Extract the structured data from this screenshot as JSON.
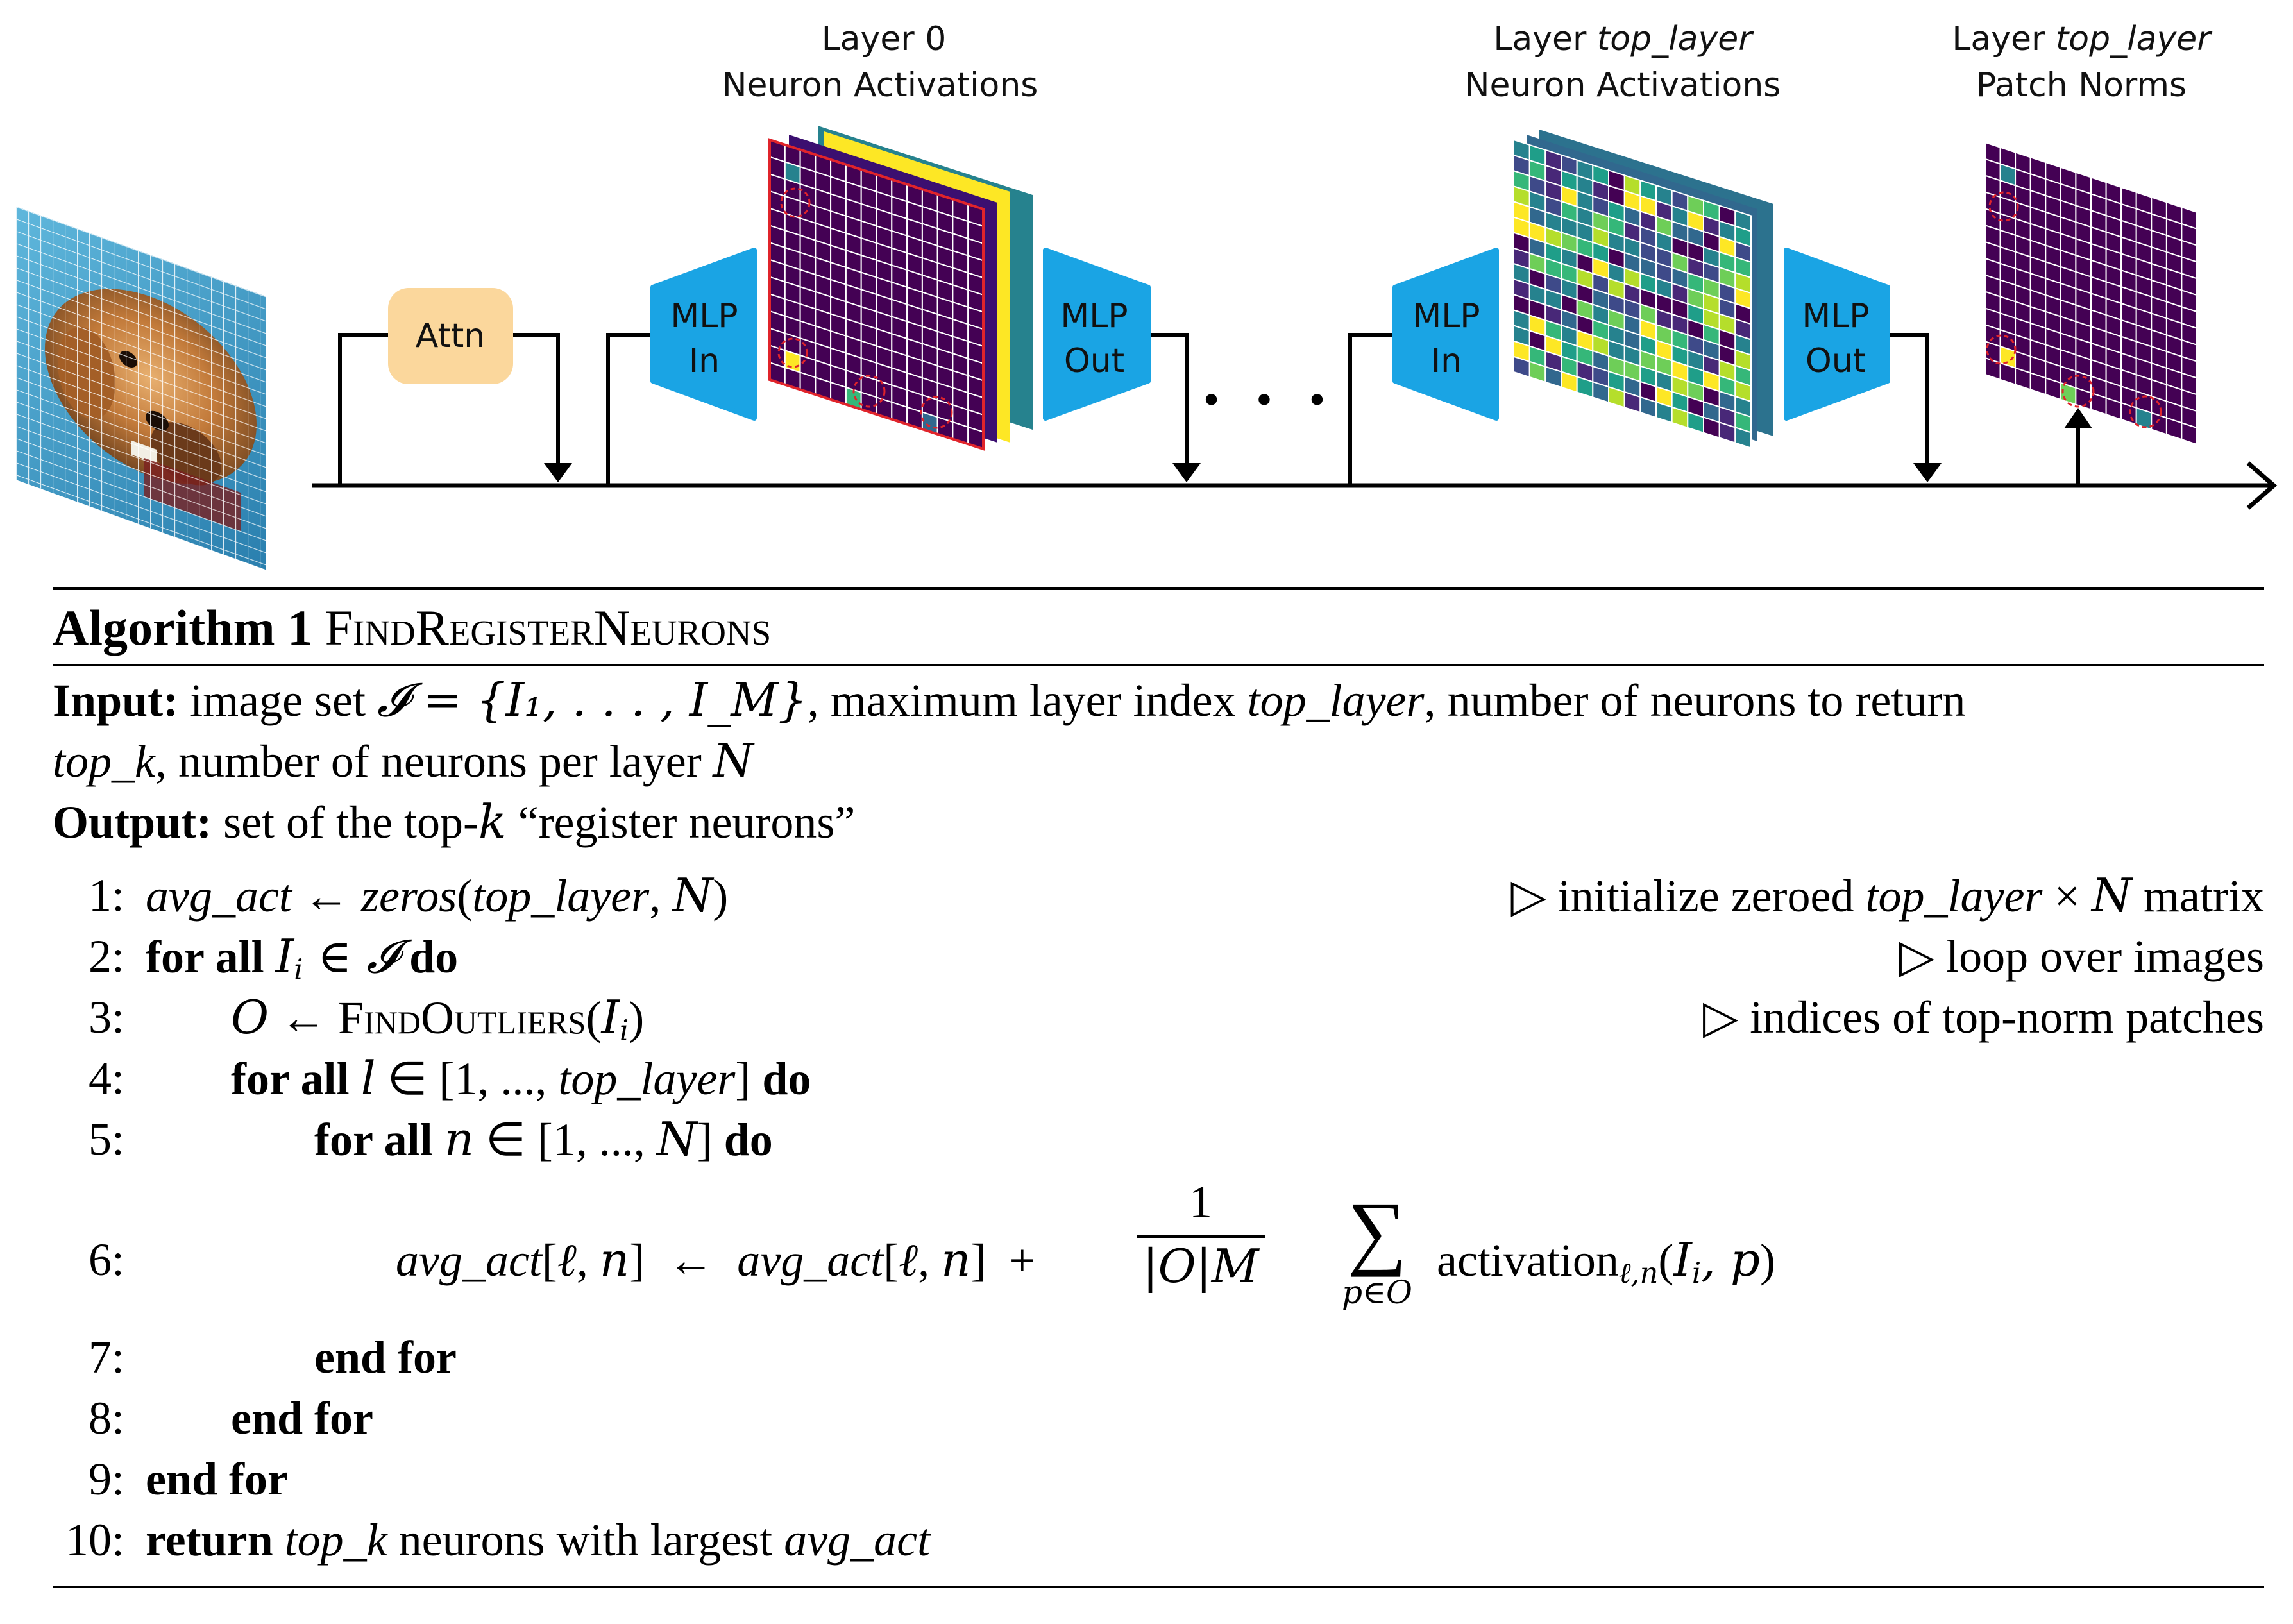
{
  "diagram": {
    "attn_label": "Attn",
    "mlp_in_label_1": "MLP",
    "mlp_in_label_2": "In",
    "mlp_out_label_1": "MLP",
    "mlp_out_label_2": "Out",
    "layer0_title_1": "Layer 0",
    "layer0_title_2": "Neuron Activations",
    "toplayer_title_1_prefix": "Layer ",
    "toplayer_title_1_italic": "top_layer",
    "toplayer_title_2": "Neuron Activations",
    "norms_title_1_prefix": "Layer ",
    "norms_title_1_italic": "top_layer",
    "norms_title_2": "Patch Norms",
    "ellipsis": "• • •",
    "colors": {
      "attn_fill": "#fbd79c",
      "mlp_fill": "#1aa4e4",
      "viridis_dark": "#440154",
      "viridis_yellow": "#fde725",
      "highlight_red": "#e0242b"
    },
    "icons": [
      "dog-photo-image",
      "arrow-right-icon",
      "arrow-down-icon",
      "arrow-up-icon"
    ]
  },
  "algorithm": {
    "title_label": "Algorithm 1",
    "title_name": "FindRegisterNeurons",
    "input_label": "Input:",
    "input_text_1": "image set",
    "input_set": "𝓘 = {I₁, . . . , I_M}",
    "input_text_2": ", maximum layer index",
    "input_var_top_layer": "top_layer",
    "input_text_3": ", number of neurons to return",
    "input_var_top_k": "top_k",
    "input_text_4": ", number of neurons per layer",
    "input_var_N": "N",
    "output_label": "Output:",
    "output_text_1": "set of the top-",
    "output_var_k": "k",
    "output_text_2": "“register neurons”",
    "lines": [
      {
        "num": "1:",
        "code": "avg_act ← zeros(top_layer, N)",
        "comment": "▷ initialize zeroed top_layer × N matrix"
      },
      {
        "num": "2:",
        "code": "for all Iᵢ ∈ 𝓘 do",
        "comment": "▷ loop over images"
      },
      {
        "num": "3:",
        "code": "O ← FindOutliers(Iᵢ)",
        "comment": "▷ indices of top-norm patches"
      },
      {
        "num": "4:",
        "code": "for all l ∈ [1, ..., top_layer] do",
        "comment": ""
      },
      {
        "num": "5:",
        "code": "for all n ∈ [1, ..., N] do",
        "comment": ""
      },
      {
        "num": "6:",
        "code": "avg_act[ℓ, n] ← avg_act[ℓ, n] + 1/(|O|M) Σ_{p∈O} activation_{ℓ,n}(Iᵢ, p)",
        "comment": ""
      },
      {
        "num": "7:",
        "code": "end for",
        "comment": ""
      },
      {
        "num": "8:",
        "code": "end for",
        "comment": ""
      },
      {
        "num": "9:",
        "code": "end for",
        "comment": ""
      },
      {
        "num": "10:",
        "code": "return top_k neurons with largest avg_act",
        "comment": ""
      }
    ],
    "tokens": {
      "avg_act": "avg_act",
      "zeros": "zeros",
      "top_layer": "top_layer",
      "N": "N",
      "for_all": "for all",
      "do": "do",
      "O": "O",
      "find_outliers": "FindOutliers",
      "l": "l",
      "n": "n",
      "frac_num": "1",
      "frac_den": "|O|M",
      "sigma": "∑",
      "sum_sub": "p∈O",
      "activation": "activation",
      "act_sub": "ℓ,n",
      "end_for": "end for",
      "return": "return",
      "top_k": "top_k",
      "return_text": "neurons with largest",
      "comment_1a": "▷ initialize zeroed",
      "comment_1b": "matrix",
      "comment_2": "▷ loop over images",
      "comment_3": "▷ indices of top-norm patches"
    }
  }
}
